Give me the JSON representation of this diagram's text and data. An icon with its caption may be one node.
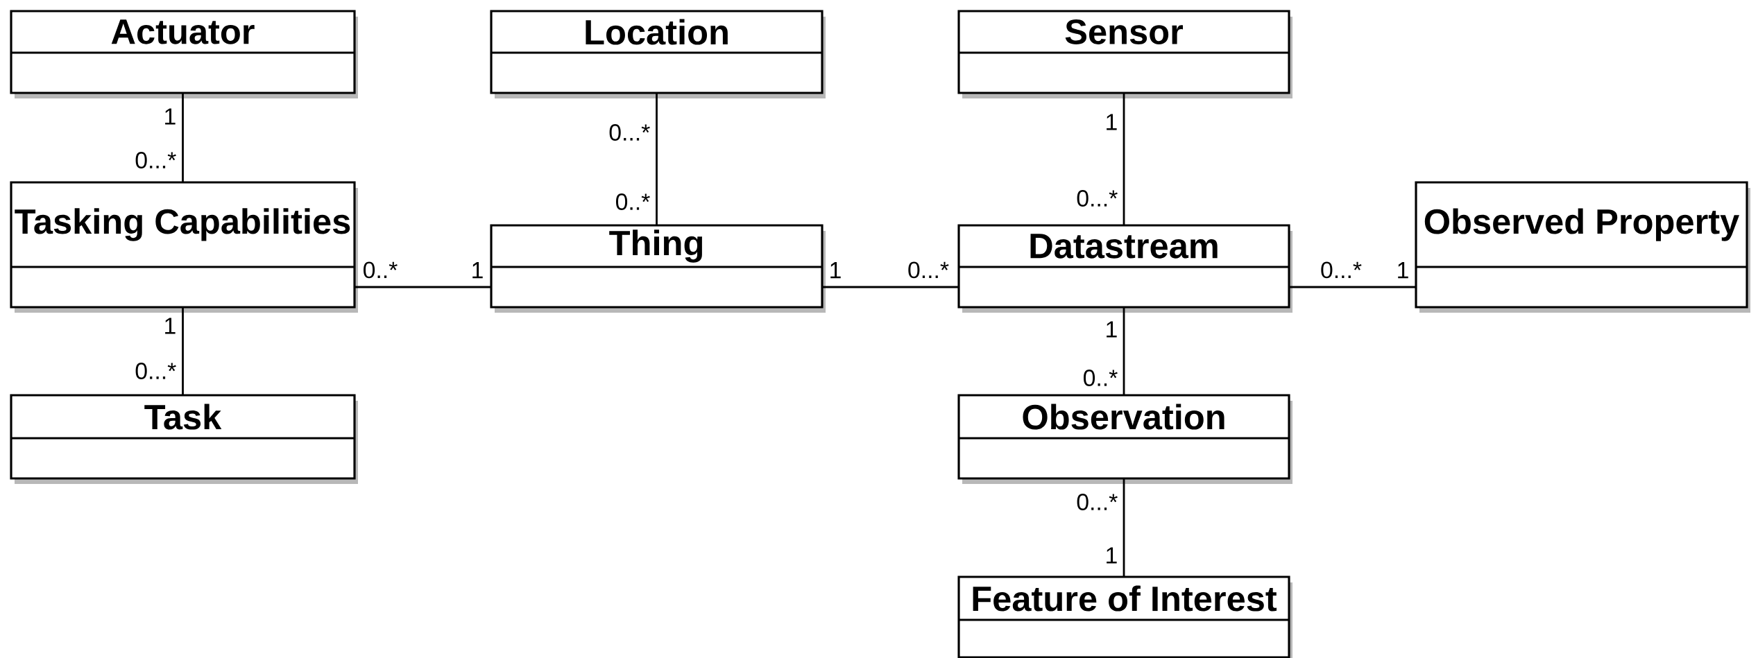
{
  "diagram": {
    "nodes": [
      {
        "text": [
          "Actuator"
        ]
      },
      {
        "text": [
          "Location"
        ]
      },
      {
        "text": [
          "Sensor"
        ]
      },
      {
        "text": [
          "Tasking Capabilities"
        ]
      },
      {
        "text": [
          "Thing"
        ]
      },
      {
        "text": [
          "Datastream"
        ]
      },
      {
        "text": [
          "Observed Property"
        ]
      },
      {
        "text": [
          "Task"
        ]
      },
      {
        "text": [
          "Observation"
        ]
      },
      {
        "text": [
          "Feature of Interest"
        ]
      }
    ],
    "edges": [
      {
        "from": 0,
        "to": 3,
        "arrow": "none"
      },
      {
        "from": 1,
        "to": 4,
        "arrow": "none"
      },
      {
        "from": 2,
        "to": 5,
        "arrow": "none"
      },
      {
        "from": 3,
        "to": 4,
        "arrow": "none"
      },
      {
        "from": 4,
        "to": 5,
        "arrow": "none"
      },
      {
        "from": 5,
        "to": 6,
        "arrow": "none"
      },
      {
        "from": 3,
        "to": 7,
        "arrow": "none"
      },
      {
        "from": 5,
        "to": 8,
        "arrow": "none"
      },
      {
        "from": 8,
        "to": 9,
        "arrow": "none"
      }
    ],
    "labels": [
      "1",
      "0...*",
      "1",
      "0...*",
      "0..*",
      "0...*",
      "0..*",
      "1",
      "1",
      "0...*",
      "0...*",
      "1",
      "1",
      "1",
      "0...*",
      "0..*",
      "0...*",
      "1"
    ]
  }
}
